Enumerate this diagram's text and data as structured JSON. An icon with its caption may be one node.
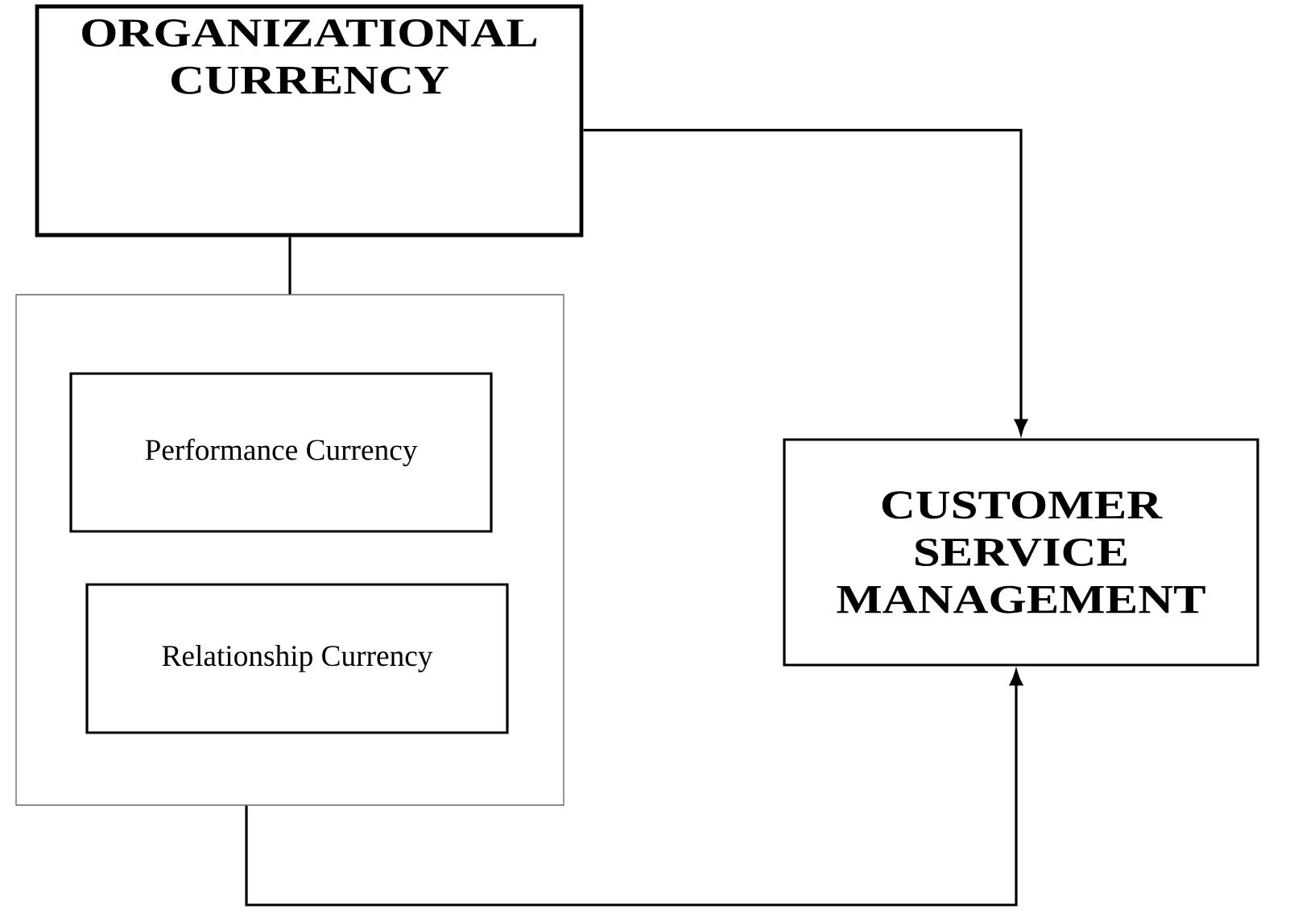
{
  "diagram": {
    "nodes": [
      {
        "text": [
          "ORGANIZATIONAL CURRENCY"
        ]
      },
      {
        "text": [],
        "shape": "box"
      },
      {
        "text": [
          "Performance Currency"
        ],
        "in": 1
      },
      {
        "text": [
          "Relationship Currency"
        ],
        "in": 1
      },
      {
        "text": [
          "CUSTOMER SERVICE MANAGEMENT"
        ]
      }
    ],
    "edges": [
      {
        "from": 0,
        "to": 4,
        "arrow": "to"
      },
      {
        "from": 0,
        "to": 1,
        "arrow": "none"
      },
      {
        "from": 1,
        "to": 4,
        "arrow": "to"
      }
    ]
  }
}
